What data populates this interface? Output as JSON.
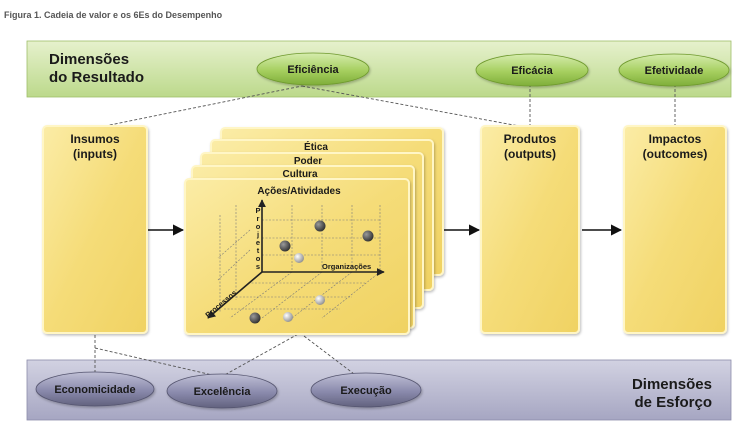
{
  "caption": "Figura 1. Cadeia de valor e os 6Es do Desempenho",
  "top_band": {
    "title_line1": "Dimensões",
    "title_line2": "do Resultado",
    "ovals": [
      "Eficiência",
      "Eficácia",
      "Efetividade"
    ]
  },
  "bottom_band": {
    "title_line1": "Dimensões",
    "title_line2": "de Esforço",
    "ovals": [
      "Economicidade",
      "Excelência",
      "Execução"
    ]
  },
  "boxes": {
    "insumos": {
      "title": "Insumos",
      "subtitle": "(inputs)"
    },
    "produtos": {
      "title": "Produtos",
      "subtitle": "(outputs)"
    },
    "impactos": {
      "title": "Impactos",
      "subtitle": "(outcomes)"
    }
  },
  "stack": {
    "layers": [
      "Ética",
      "Poder",
      "Cultura",
      "Ações/Atividades"
    ],
    "axis_vertical": "P r o j e t o s",
    "axis_horizontal": "Organizações",
    "axis_depth": "Processos"
  },
  "colors": {
    "top_band": "#cfe3a4",
    "bottom_band": "#b7b7cf",
    "green_oval": "#a7cf62",
    "purple_oval": "#8e8eae",
    "box_fill": "#f6e07f",
    "box_edge": "#fff7c7"
  }
}
